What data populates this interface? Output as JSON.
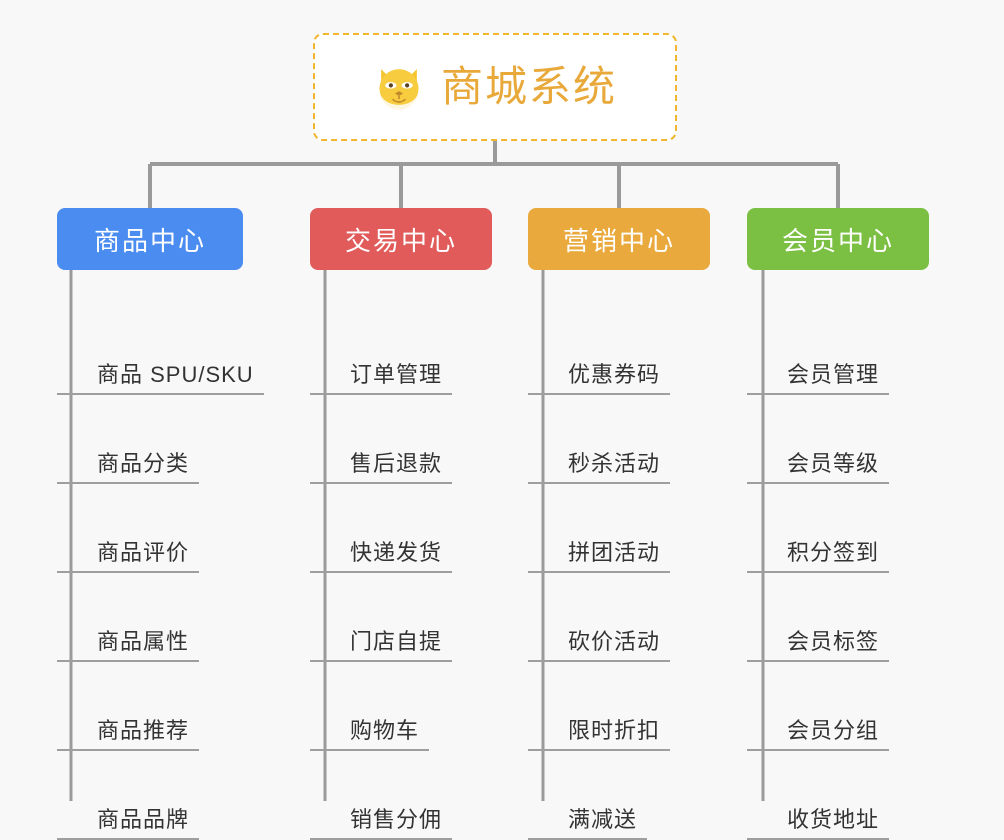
{
  "page": {
    "background_color": "#f8f8f8",
    "connector_color": "#9a9a9a"
  },
  "root": {
    "title": "商城系统",
    "icon": "shiba-dog-icon",
    "text_color": "#e8a93a",
    "border_color": "#f2b52e",
    "background_color": "#ffffff"
  },
  "branches": [
    {
      "label": "商品中心",
      "color": "#4a8cf0",
      "leaves": [
        "商品 SPU/SKU",
        "商品分类",
        "商品评价",
        "商品属性",
        "商品推荐",
        "商品品牌"
      ]
    },
    {
      "label": "交易中心",
      "color": "#e15b5b",
      "leaves": [
        "订单管理",
        "售后退款",
        "快递发货",
        "门店自提",
        "购物车",
        "销售分佣"
      ]
    },
    {
      "label": "营销中心",
      "color": "#eaa93c",
      "leaves": [
        "优惠券码",
        "秒杀活动",
        "拼团活动",
        "砍价活动",
        "限时折扣",
        "满减送"
      ]
    },
    {
      "label": "会员中心",
      "color": "#7bc043",
      "leaves": [
        "会员管理",
        "会员等级",
        "积分签到",
        "会员标签",
        "会员分组",
        "收货地址"
      ]
    }
  ]
}
